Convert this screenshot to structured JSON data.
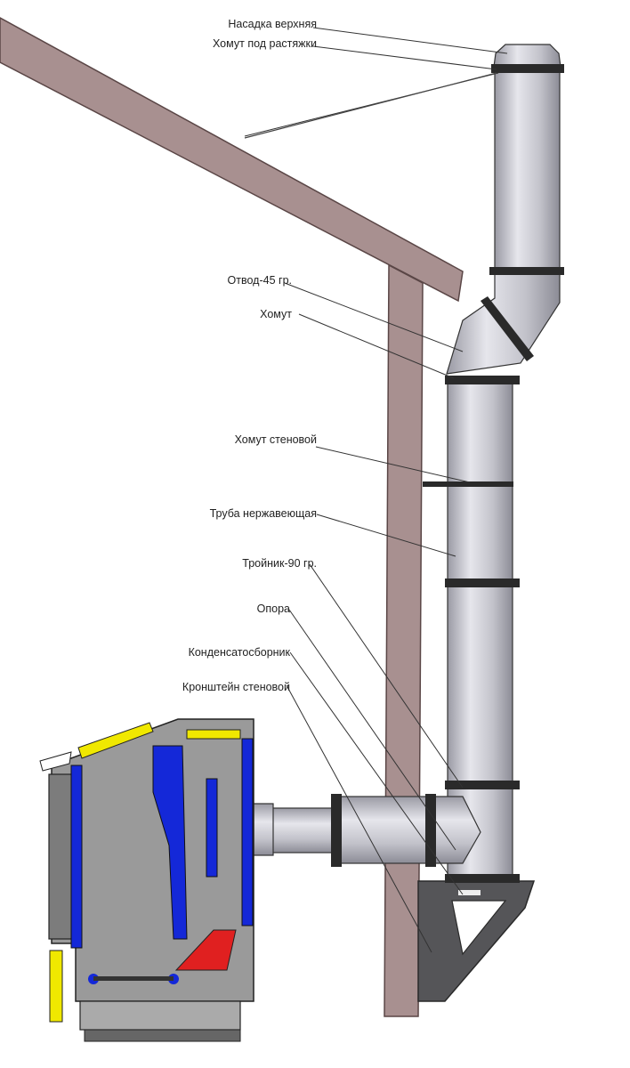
{
  "labels": {
    "top_cap": "Насадка верхняя",
    "guy_clamp": "Хомут под растяжки",
    "elbow45": "Отвод-45 гр.",
    "clamp": "Хомут",
    "wall_clamp": "Хомут стеновой",
    "steel_pipe": "Труба нержавеющая",
    "tee90": "Тройник-90 гр.",
    "support": "Опора",
    "condensate": "Конденсатосборник",
    "wall_bracket": "Кронштейн стеновой"
  },
  "colors": {
    "wood": "#a89090",
    "pipe": "#c8c8d0",
    "clamp": "#2a2a2a",
    "boiler_body": "#9a9a9a",
    "boiler_blue": "#1428d8",
    "boiler_yellow": "#f0e800",
    "boiler_red": "#e02020",
    "bracket": "#555558"
  }
}
